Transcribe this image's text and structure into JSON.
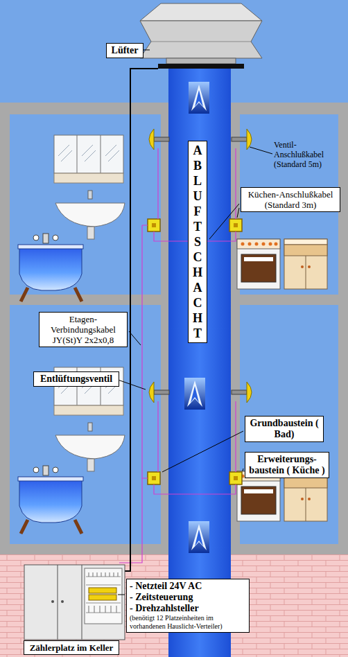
{
  "diagram": {
    "nodes": [
      {
        "text": [
          "Lüfter"
        ]
      },
      {
        "text": [
          "ABLUFTSCHACHT"
        ]
      },
      {
        "text": [
          "Küchen-Anschlußkabel (Standard 3m)"
        ]
      },
      {
        "text": [
          "Etagen-Verbindungskabel JY(St)Y 2x2x0,8"
        ]
      },
      {
        "text": [
          "Entlüftungsventil"
        ]
      },
      {
        "text": [
          "Grundbaustein ( Bad)"
        ]
      },
      {
        "text": [
          "Erweiterungs-baustein ( Küche )"
        ]
      },
      {
        "text": [
          "- Netzteil 24V AC",
          "- Zeitsteuerung",
          "- Drehzahlsteller",
          "(benötigt 12 Platzeinheiten im vorhandenen Hauslicht-Verteiler)"
        ]
      },
      {
        "text": [
          "Zählerplatz im Keller"
        ]
      }
    ],
    "labels": [
      "Ventil-Anschlußkabel (Standard 5m)"
    ]
  }
}
